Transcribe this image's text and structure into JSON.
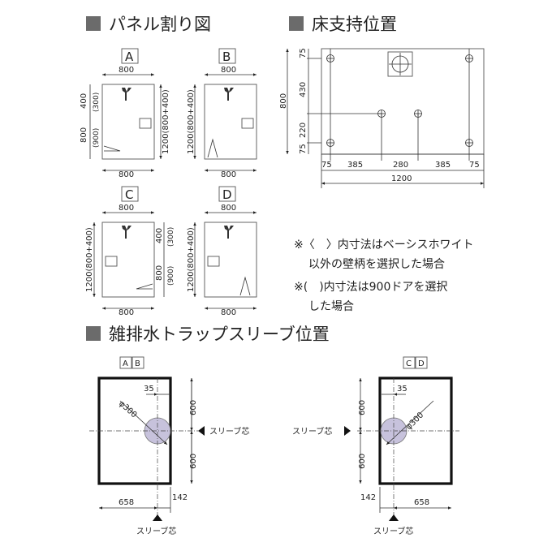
{
  "sections": {
    "panel_layout": {
      "title": "パネル割り図"
    },
    "floor_support": {
      "title": "床支持位置"
    },
    "drain_trap": {
      "title": "雑排水トラップスリーブ位置"
    }
  },
  "panels": {
    "A": {
      "label": "A",
      "top": "800",
      "bottom": "800",
      "side_total": "1200(800+400)",
      "seg_upper": "400",
      "seg_upper_sub": "(300)",
      "seg_lower": "800",
      "seg_lower_sub": "(900)"
    },
    "B": {
      "label": "B",
      "top": "800",
      "bottom": "800",
      "side_total": "1200(800+400)"
    },
    "C": {
      "label": "C",
      "top": "800",
      "bottom": "800",
      "side_total": "1200(800+400)"
    },
    "D": {
      "label": "D",
      "top": "800",
      "bottom": "800",
      "side_total": "1200(800+400)",
      "seg_upper": "400",
      "seg_upper_sub": "(300)",
      "seg_lower": "800",
      "seg_lower_sub": "(900)"
    }
  },
  "floor": {
    "left_dims": [
      "75",
      "430",
      "220",
      "75"
    ],
    "height": "800",
    "bottom_dims": [
      "75",
      "385",
      "280",
      "385",
      "75"
    ],
    "width": "1200"
  },
  "notes": [
    "※〈　〉内寸法はベーシスホワイト",
    "以外の壁柄を選択した場合",
    "※(　)内寸法は900ドアを選択",
    "した場合"
  ],
  "trap_ab": {
    "labels": [
      "A",
      "B"
    ],
    "dim_35": "35",
    "diameter": "φ300",
    "dim_upper": "600",
    "dim_lower": "600",
    "dim_left": "658",
    "dim_right": "142",
    "sleeve_side": "スリーブ芯",
    "sleeve_bottom": "スリーブ芯"
  },
  "trap_cd": {
    "labels": [
      "C",
      "D"
    ],
    "dim_35": "35",
    "diameter": "φ300",
    "dim_upper": "600",
    "dim_lower": "600",
    "dim_left": "142",
    "dim_right": "658",
    "sleeve_side": "スリーブ芯",
    "sleeve_bottom": "スリーブ芯"
  },
  "colors": {
    "heading_square": "#6b6b6b",
    "sleeve_fill": "#c7c2dc"
  }
}
